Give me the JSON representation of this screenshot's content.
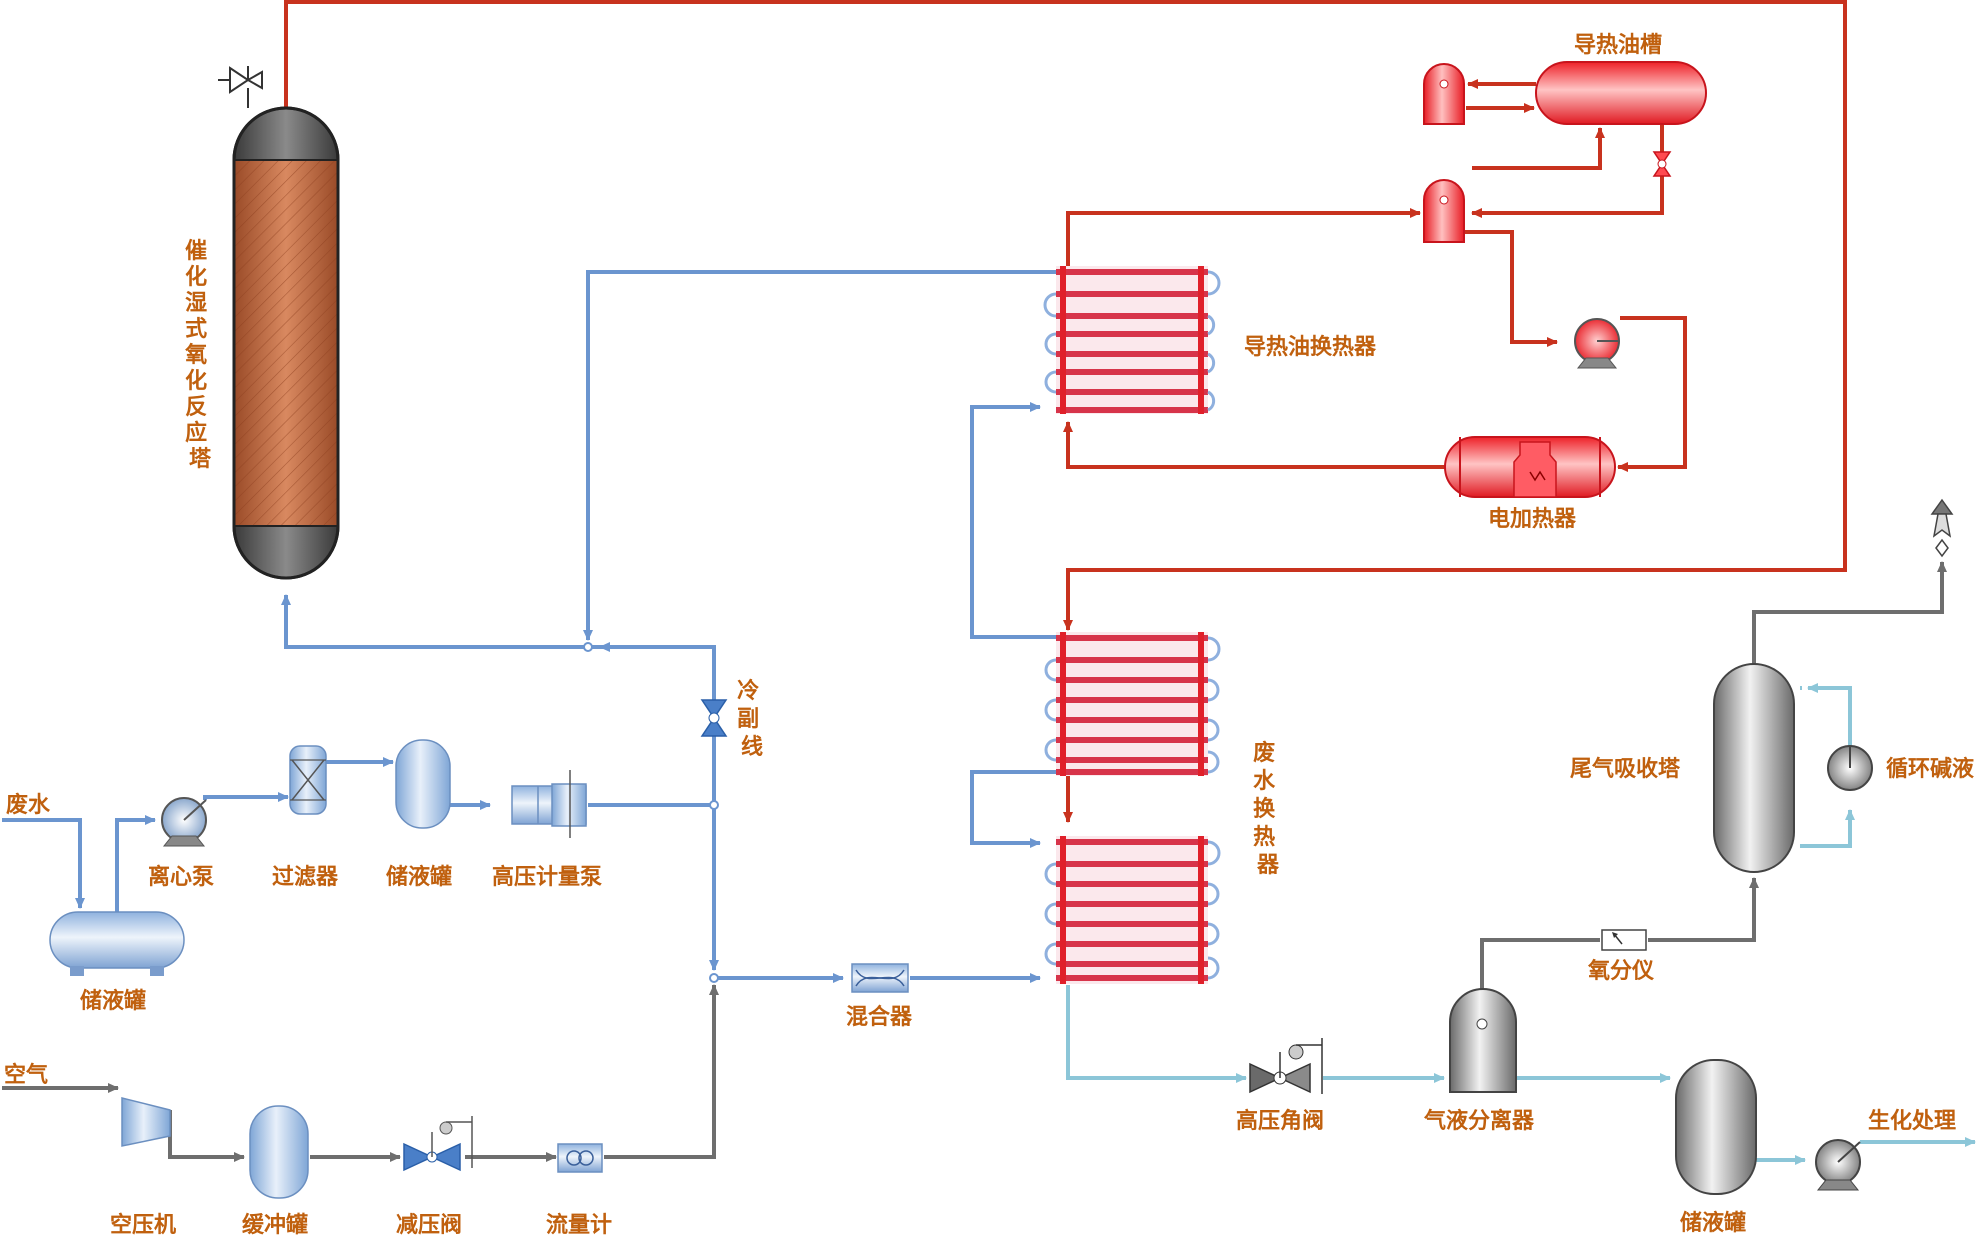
{
  "colors": {
    "hot_oil": "#c8321e",
    "process_water": "#6b95cf",
    "gas": "#6e6e6e",
    "treated_liquid": "#8cc6d8",
    "label": "#c0600e",
    "red_equipment": "#f0262c",
    "reactor_packing": "#c8734a"
  },
  "labels": {
    "reactor": [
      "催",
      "化",
      "湿",
      "式",
      "氧",
      "化",
      "反",
      "应",
      "塔"
    ],
    "oil_tank": "导热油槽",
    "oil_hx": "导热油换热器",
    "electric_heater": "电加热器",
    "bypass_line": [
      "冷",
      "副",
      "线"
    ],
    "wastewater_hx": [
      "废",
      "水",
      "换",
      "热",
      "器"
    ],
    "wastewater": "废水",
    "centrifugal_pump": "离心泵",
    "filter": "过滤器",
    "storage_tank": "储液罐",
    "hp_metering_pump": "高压计量泵",
    "feed_storage_tank": "储液罐",
    "air": "空气",
    "compressor": "空压机",
    "buffer_tank": "缓冲罐",
    "pressure_reducing_valve": "减压阀",
    "flowmeter": "流量计",
    "mixer": "混合器",
    "hp_angle_valve": "高压角阀",
    "gas_liquid_separator": "气液分离器",
    "oxygen_analyzer": "氧分仪",
    "tail_gas_absorber": "尾气吸收塔",
    "circulating_alkali": "循环碱液",
    "product_storage_tank": "储液罐",
    "biochemical_treatment": "生化处理"
  },
  "icons": [
    "safety-valve-icon",
    "pump-icon",
    "valve-icon",
    "compressor-icon",
    "filter-icon",
    "flowmeter-icon",
    "mixer-icon",
    "vent-icon",
    "heater-element-icon"
  ]
}
